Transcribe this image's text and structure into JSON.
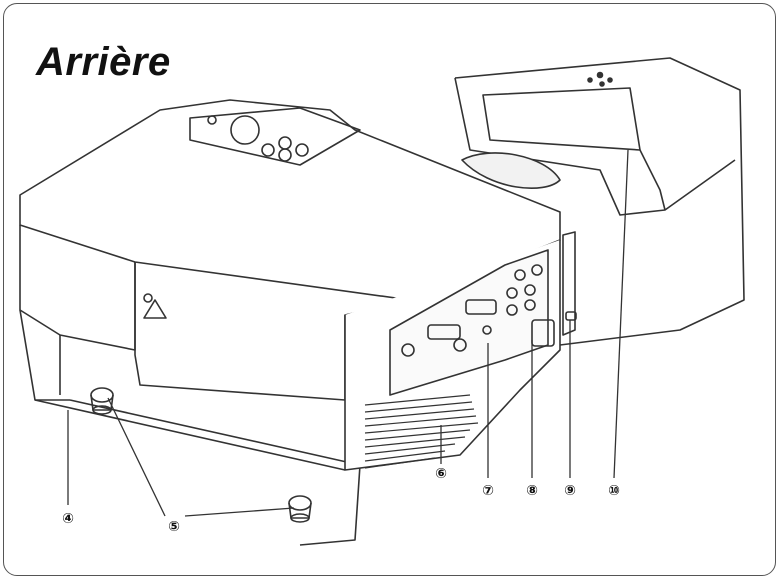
{
  "title": "Arrière",
  "callouts": [
    {
      "id": "4",
      "label": "④"
    },
    {
      "id": "5",
      "label": "⑤"
    },
    {
      "id": "6",
      "label": "⑥"
    },
    {
      "id": "7",
      "label": "⑦"
    },
    {
      "id": "8",
      "label": "⑧"
    },
    {
      "id": "9",
      "label": "⑨"
    },
    {
      "id": "10",
      "label": "⑩"
    }
  ]
}
